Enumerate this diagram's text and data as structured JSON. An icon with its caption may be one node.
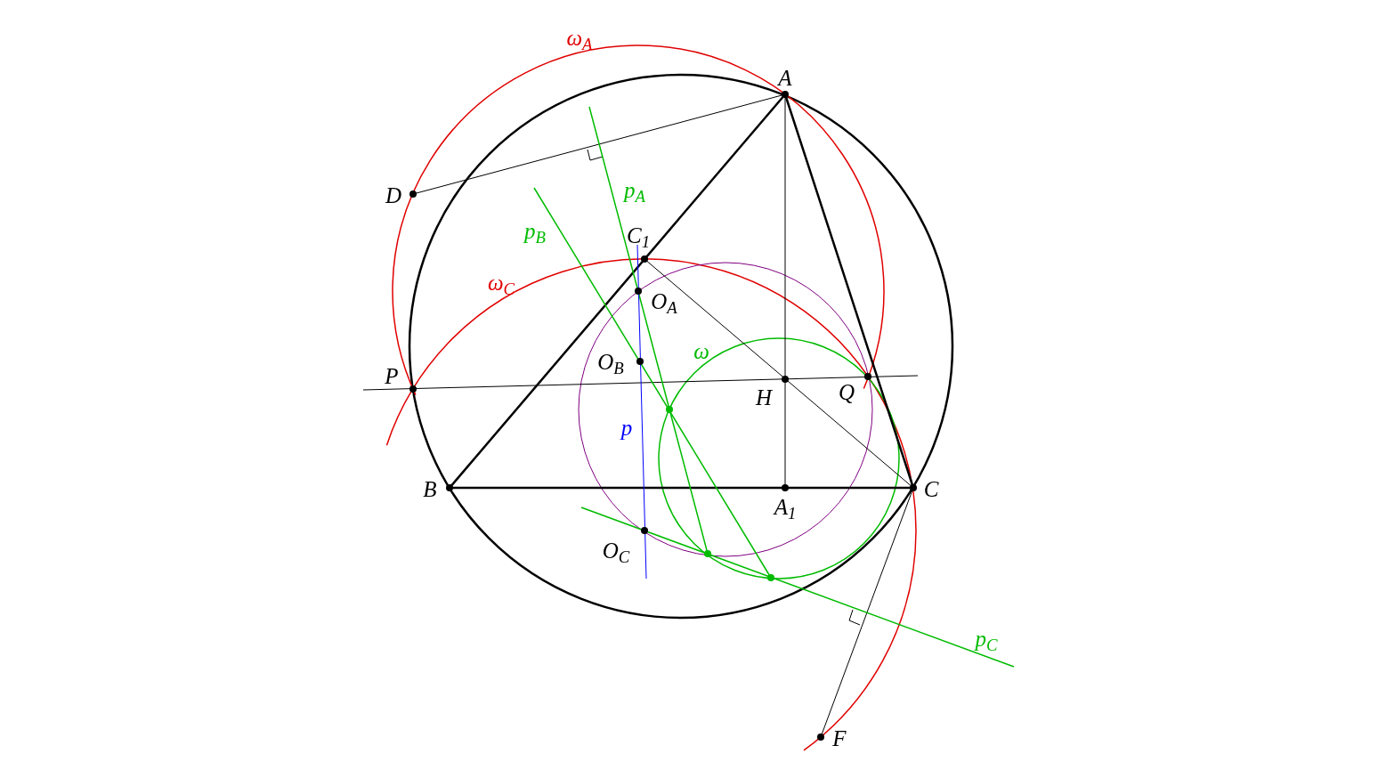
{
  "diagram": {
    "labels": [
      "ω$_{A}$",
      "A",
      "D",
      "p$_{A}$",
      "p$_{B}$",
      "C$_{1}$",
      "ω$_{C}$",
      "O$_{A}$",
      "ω",
      "O$_{B}$",
      "P",
      "H",
      "Q",
      "p",
      "B",
      "C",
      "A$_{1}$",
      "O$_{C}$",
      "p$_{C}$",
      "F"
    ]
  }
}
